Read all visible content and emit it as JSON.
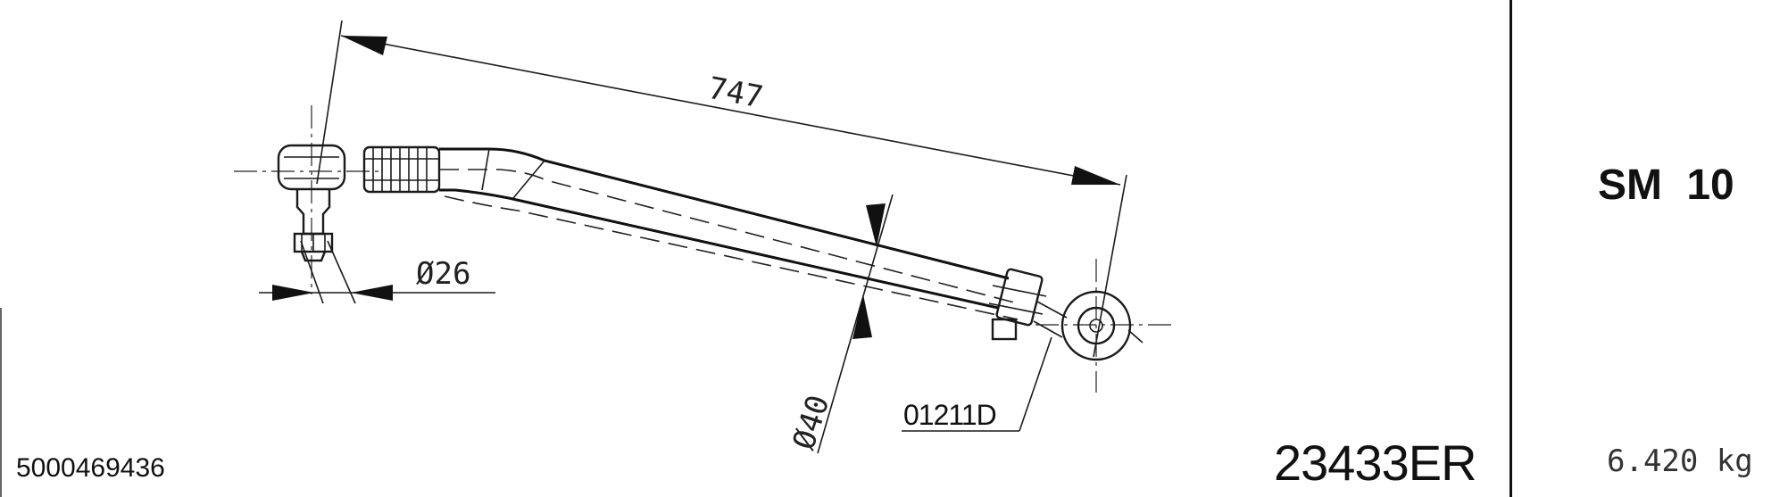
{
  "drawing": {
    "dim_length": "747",
    "dim_ball_pin_dia": "Ø26",
    "dim_tube_dia": "Ø40",
    "callout_part": "01211D"
  },
  "title_block": {
    "part_number": "5000469436",
    "catalog_code": "23433ER",
    "series": "SM 10",
    "weight": "6.420 kg"
  }
}
